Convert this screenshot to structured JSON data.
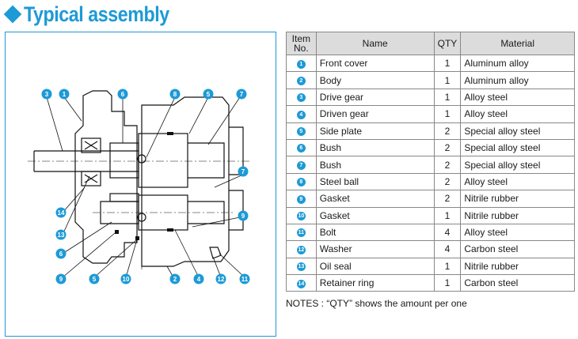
{
  "heading": "Typical assembly",
  "table": {
    "headers": {
      "item_no": "Item No.",
      "name": "Name",
      "qty": "QTY",
      "material": "Material"
    },
    "rows": [
      {
        "no": "1",
        "name": "Front cover",
        "qty": "1",
        "material": "Aluminum alloy"
      },
      {
        "no": "2",
        "name": "Body",
        "qty": "1",
        "material": "Aluminum alloy"
      },
      {
        "no": "3",
        "name": "Drive gear",
        "qty": "1",
        "material": "Alloy steel"
      },
      {
        "no": "4",
        "name": "Driven gear",
        "qty": "1",
        "material": "Alloy steel"
      },
      {
        "no": "5",
        "name": "Side plate",
        "qty": "2",
        "material": "Special alloy steel"
      },
      {
        "no": "6",
        "name": "Bush",
        "qty": "2",
        "material": "Special alloy steel"
      },
      {
        "no": "7",
        "name": "Bush",
        "qty": "2",
        "material": "Special alloy steel"
      },
      {
        "no": "8",
        "name": "Steel ball",
        "qty": "2",
        "material": "Alloy steel"
      },
      {
        "no": "9",
        "name": "Gasket",
        "qty": "2",
        "material": "Nitrile rubber"
      },
      {
        "no": "10",
        "name": "Gasket",
        "qty": "1",
        "material": "Nitrile rubber"
      },
      {
        "no": "11",
        "name": "Bolt",
        "qty": "4",
        "material": "Alloy steel"
      },
      {
        "no": "12",
        "name": "Washer",
        "qty": "4",
        "material": "Carbon steel"
      },
      {
        "no": "13",
        "name": "Oil seal",
        "qty": "1",
        "material": "Nitrile rubber"
      },
      {
        "no": "14",
        "name": "Retainer ring",
        "qty": "1",
        "material": "Carbon steel"
      }
    ]
  },
  "notes": "NOTES : “QTY” shows the amount per one",
  "callouts": [
    {
      "label": "3"
    },
    {
      "label": "1"
    },
    {
      "label": "6"
    },
    {
      "label": "8"
    },
    {
      "label": "5"
    },
    {
      "label": "7"
    },
    {
      "label": "7"
    },
    {
      "label": "9"
    },
    {
      "label": "14"
    },
    {
      "label": "13"
    },
    {
      "label": "6"
    },
    {
      "label": "9"
    },
    {
      "label": "5"
    },
    {
      "label": "10"
    },
    {
      "label": "2"
    },
    {
      "label": "4"
    },
    {
      "label": "12"
    },
    {
      "label": "11"
    }
  ],
  "colors": {
    "accent": "#1d9ad6",
    "header_bg": "#dcdcdc",
    "grid": "#888888"
  }
}
